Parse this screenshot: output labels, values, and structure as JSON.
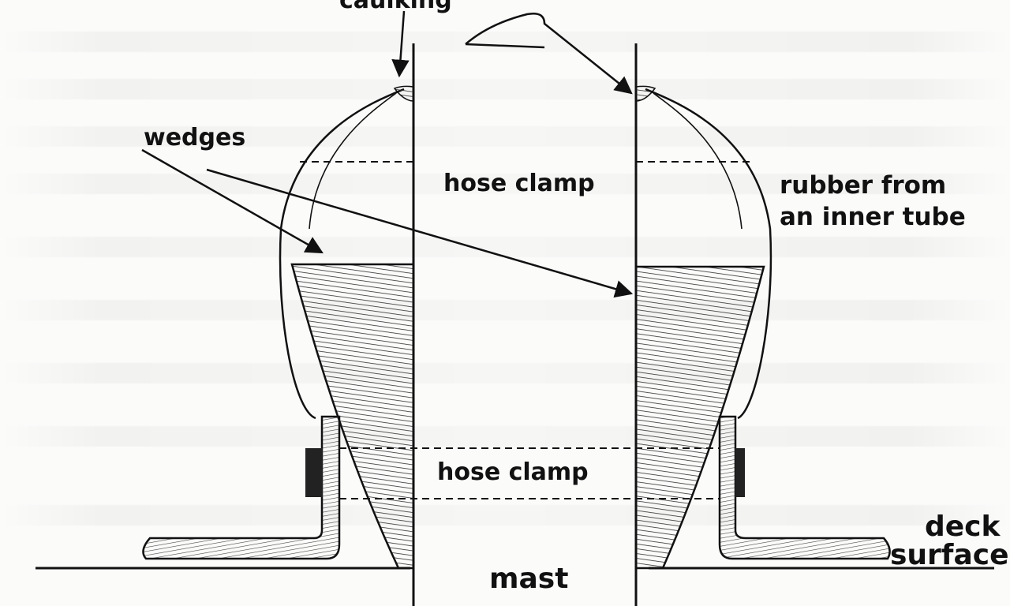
{
  "labels": {
    "caulking": "caulking",
    "wedges": "wedges",
    "hose_clamp_top": "hose clamp",
    "rubber_line1": "rubber from",
    "rubber_line2": "an inner tube",
    "hose_clamp_bottom": "hose clamp",
    "deck": "deck",
    "surface": "surface",
    "mast": "mast"
  },
  "colors": {
    "ink": "#111111",
    "paper": "#fbfbfa",
    "hatch": "#3a3a3a"
  }
}
